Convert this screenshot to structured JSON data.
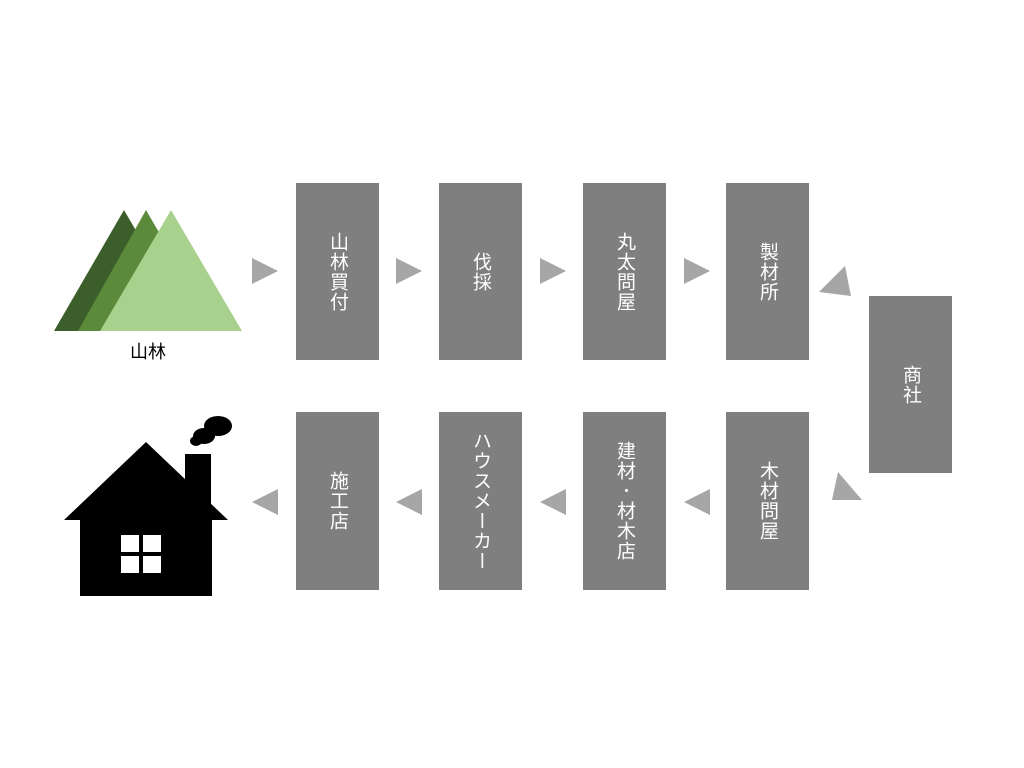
{
  "nodes": {
    "forest_label": "山林",
    "purchase": "山林買付",
    "logging": "伐採",
    "log_wholesaler": "丸太問屋",
    "sawmill": "製材所",
    "trading_company": "商社",
    "timber_wholesaler": "木材問屋",
    "building_material_store": "建材･材木店",
    "house_maker": "ハウスメーカー",
    "contractor": "施工店"
  },
  "colors": {
    "box": "#7f7f7f",
    "arrow": "#a6a6a6",
    "mountain_dark": "#3b5e2b",
    "mountain_mid": "#5a8a3a",
    "mountain_light": "#a9d18e",
    "house": "#000000"
  },
  "icons": [
    "mountain-icon",
    "house-icon"
  ]
}
